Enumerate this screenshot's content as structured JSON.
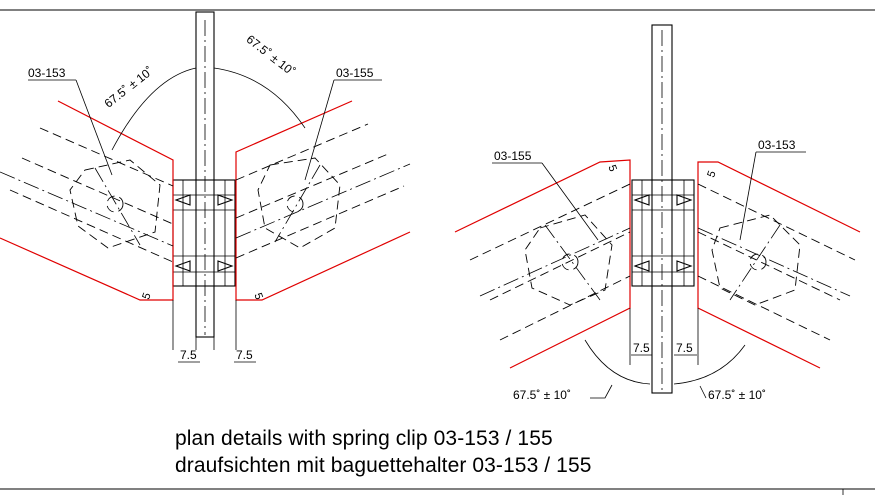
{
  "caption": {
    "line1": "plan details with spring clip 03-153 / 155",
    "line2": "draufsichten mit baguettehalter 03-153 / 155"
  },
  "left_detail": {
    "label_left": "03-153",
    "label_right": "03-155",
    "angle_left": "67.5˚ ± 10˚",
    "angle_right": "67.5˚ ± 10˚",
    "gap_left": "7.5",
    "gap_right": "7.5",
    "edge_left": "5",
    "edge_right": "5"
  },
  "right_detail": {
    "label_left": "03-155",
    "label_right": "03-153",
    "angle_left": "67.5˚ ± 10˚",
    "angle_right": "67.5˚ ± 10˚",
    "gap_left": "7.5",
    "gap_right": "7.5",
    "edge_left": "5",
    "edge_right": "5"
  },
  "colors": {
    "glass_edge": "#e00000",
    "linework": "#000000"
  }
}
